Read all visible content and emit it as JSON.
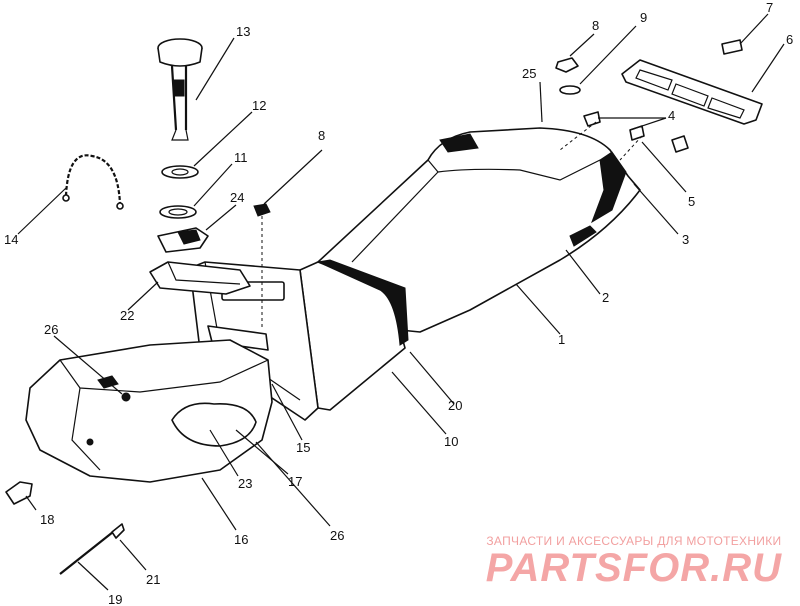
{
  "callouts": [
    "1",
    "2",
    "3",
    "4",
    "5",
    "6",
    "7",
    "8",
    "8",
    "9",
    "10",
    "11",
    "12",
    "13",
    "14",
    "15",
    "16",
    "17",
    "18",
    "19",
    "20",
    "21",
    "22",
    "23",
    "24",
    "25",
    "26",
    "26"
  ],
  "watermark": {
    "tagline": "ЗАПЧАСТИ И АКСЕССУАРЫ ДЛЯ МОТОТЕХНИКИ",
    "logo": "PARTSFOR.RU"
  }
}
